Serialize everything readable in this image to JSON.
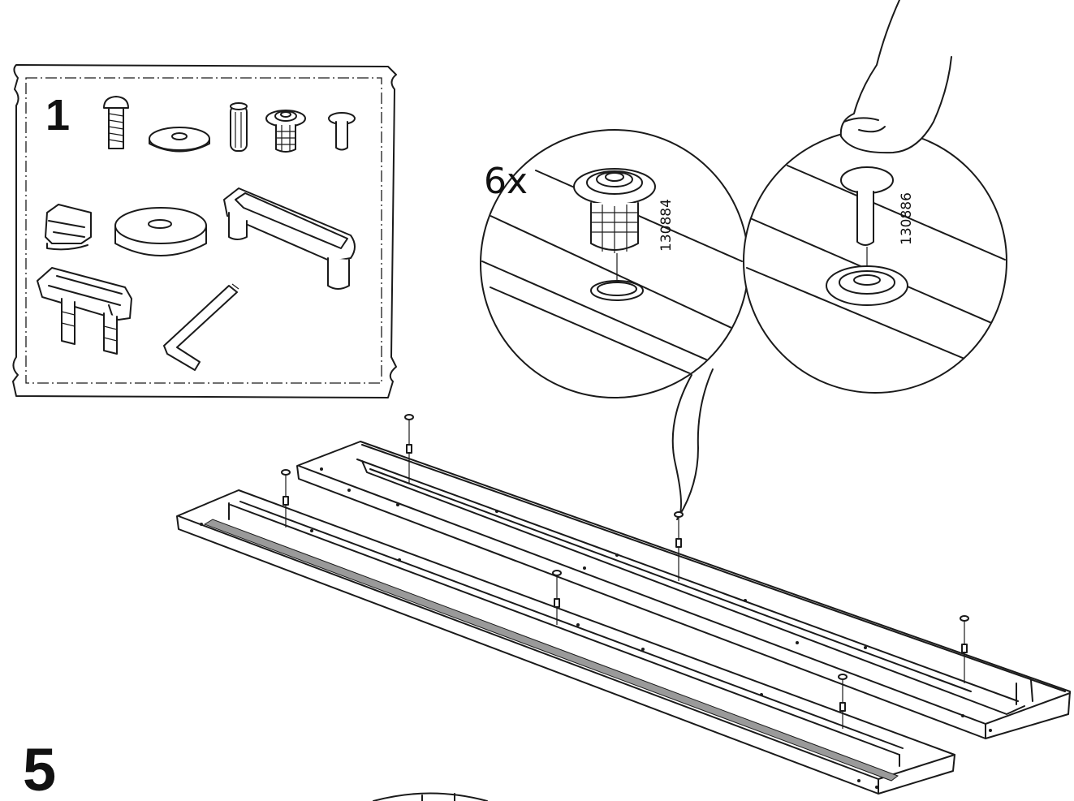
{
  "bag": {
    "number": "1"
  },
  "step": {
    "number": "5"
  },
  "detail_left": {
    "quantity": "6x",
    "part_number": "130884"
  },
  "detail_right": {
    "part_number": "130886"
  },
  "colors": {
    "line": "#1a1a1a",
    "background": "#ffffff",
    "groove": "#9a9a9a"
  },
  "icons": [
    "bolt-icon",
    "washer-icon",
    "dowel-icon",
    "insert-nut-icon",
    "pin-icon",
    "clamp-icon",
    "disc-icon",
    "handle-icon",
    "bracket-icon",
    "allen-key-icon",
    "finger-icon"
  ]
}
